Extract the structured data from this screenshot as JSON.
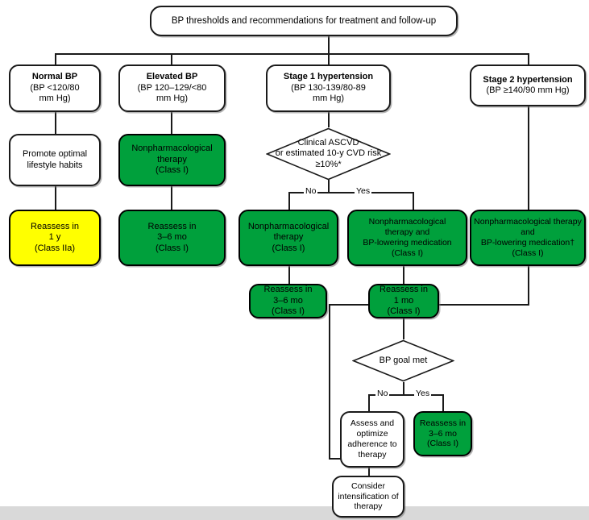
{
  "figure": {
    "title": "BP thresholds and recommendations for treatment and follow-up",
    "colors": {
      "green": "#00a03c",
      "yellow": "#ffff00",
      "white": "#ffffff",
      "outline": "#1a1a1a",
      "footer_band": "#d9d9d9"
    }
  },
  "nodes": {
    "title": {
      "lines": [
        "BP thresholds and recommendations for treatment and follow-up"
      ]
    },
    "normal_bp": {
      "lines": [
        "Normal BP",
        "(BP <120/80",
        "mm Hg)"
      ]
    },
    "elevated_bp": {
      "lines": [
        "Elevated BP",
        "(BP 120–129/<80",
        "mm Hg)"
      ]
    },
    "stage1": {
      "lines": [
        "Stage 1 hypertension",
        "(BP 130-139/80-89",
        "mm Hg)"
      ]
    },
    "stage2": {
      "lines": [
        "Stage 2 hypertension",
        "(BP ≥140/90 mm Hg)"
      ]
    },
    "promote_lifestyle": {
      "lines": [
        "Promote optimal",
        "lifestyle habits"
      ]
    },
    "nonpharm_elevated": {
      "lines": [
        "Nonpharmacological",
        "therapy",
        "(Class I)"
      ]
    },
    "reassess_1y": {
      "lines": [
        "Reassess in",
        "1 y",
        "(Class IIa)"
      ]
    },
    "reassess_3_6mo_elevated": {
      "lines": [
        "Reassess in",
        "3–6 mo",
        "(Class I)"
      ]
    },
    "ascvd_diamond": {
      "lines": [
        "Clinical ASCVD",
        "or estimated 10-y CVD risk",
        "≥10%*"
      ]
    },
    "nonpharm_stage1_no": {
      "lines": [
        "Nonpharmacological",
        "therapy",
        "(Class I)"
      ]
    },
    "nonpharm_med_stage1_yes": {
      "lines": [
        "Nonpharmacological",
        "therapy and",
        "BP-lowering medication",
        "(Class I)"
      ]
    },
    "nonpharm_med_stage2": {
      "lines": [
        "Nonpharmacological therapy",
        "and",
        "BP-lowering medication†",
        "(Class I)"
      ]
    },
    "reassess_3_6mo_stage1": {
      "lines": [
        "Reassess in",
        "3–6 mo",
        "(Class I)"
      ]
    },
    "reassess_1mo": {
      "lines": [
        "Reassess in",
        "1 mo",
        "(Class I)"
      ]
    },
    "bp_goal_diamond": {
      "lines": [
        "BP goal met"
      ]
    },
    "assess_adherence": {
      "lines": [
        "Assess and",
        "optimize",
        "adherence to",
        "therapy"
      ]
    },
    "reassess_3_6mo_goal": {
      "lines": [
        "Reassess in",
        "3–6 mo",
        "(Class I)"
      ]
    },
    "consider_intensification": {
      "lines": [
        "Consider",
        "intensification of",
        "therapy"
      ]
    }
  },
  "edge_labels": {
    "ascvd_no": "No",
    "ascvd_yes": "Yes",
    "goal_no": "No",
    "goal_yes": "Yes"
  }
}
